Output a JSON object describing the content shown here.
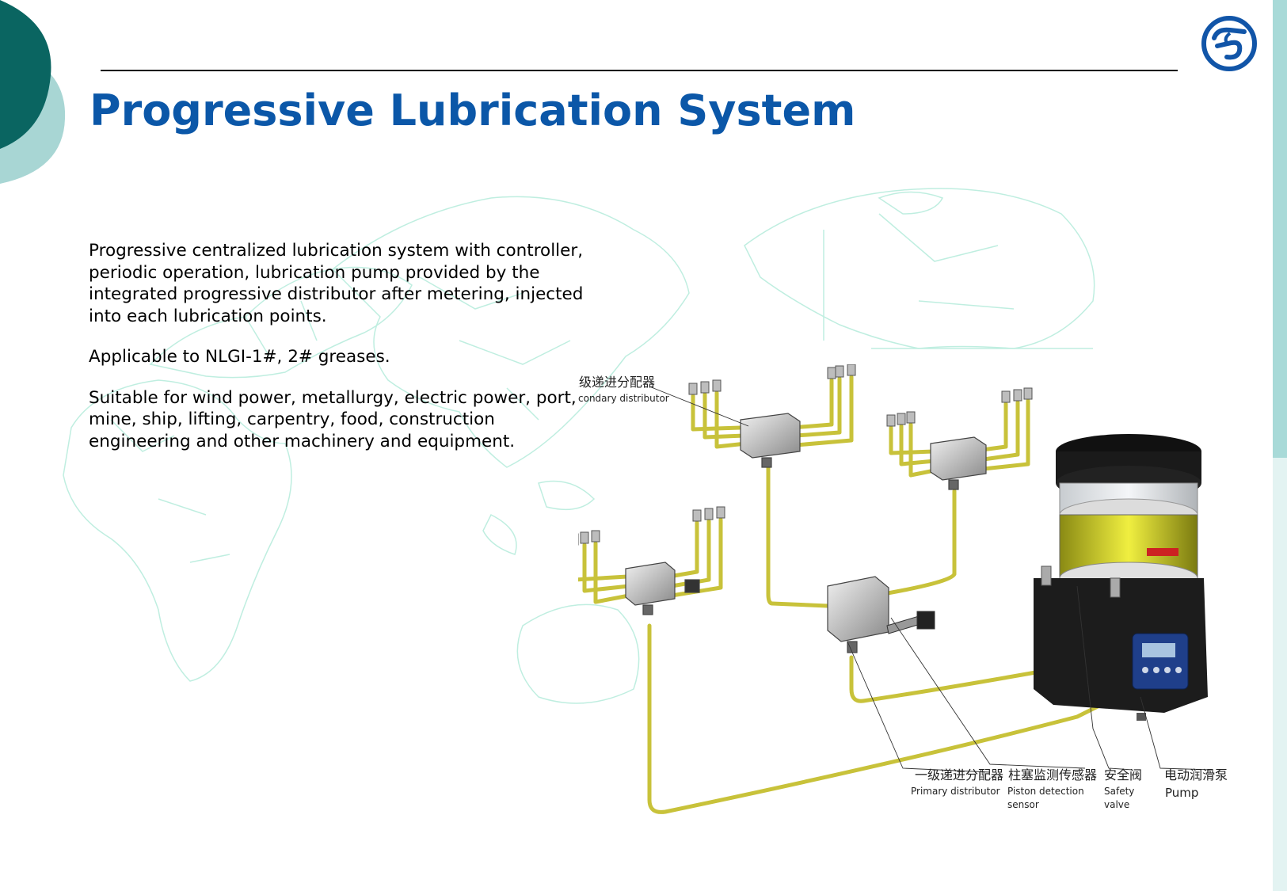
{
  "header": {
    "title": "Progressive Lubrication System"
  },
  "body": {
    "paragraphs": [
      "Progressive centralized lubrication system with controller, periodic operation, lubrication pump provided by the integrated progressive distributor after metering, injected into each lubrication points.",
      "Applicable to NLGI-1#, 2# greases.",
      "Suitable for wind power, metallurgy, electric power, port, mine, ship, lifting, carpentry, food, construction engineering and other machinery and equipment."
    ]
  },
  "diagram": {
    "labels": {
      "secondary_cn": "次级递进分配器",
      "secondary_en": "Secondary distributor",
      "primary_cn": "一级递进分配器",
      "primary_en": "Primary distributor",
      "piston_cn": "柱塞监测传感器",
      "piston_en_1": "Piston detection",
      "piston_en_2": "sensor",
      "safety_cn": "安全阀",
      "safety_en_1": "Safety",
      "safety_en_2": "valve",
      "pump_cn": "电动润滑泵",
      "pump_en": "Pump"
    }
  },
  "colors": {
    "title": "#0b57a8",
    "accent_dark": "#0a6561",
    "accent_light": "#a8dad8",
    "pipe": "#c8c23a",
    "map_lines": "#bfeee0"
  },
  "icons": [
    "company-logo-icon",
    "world-map-background"
  ]
}
